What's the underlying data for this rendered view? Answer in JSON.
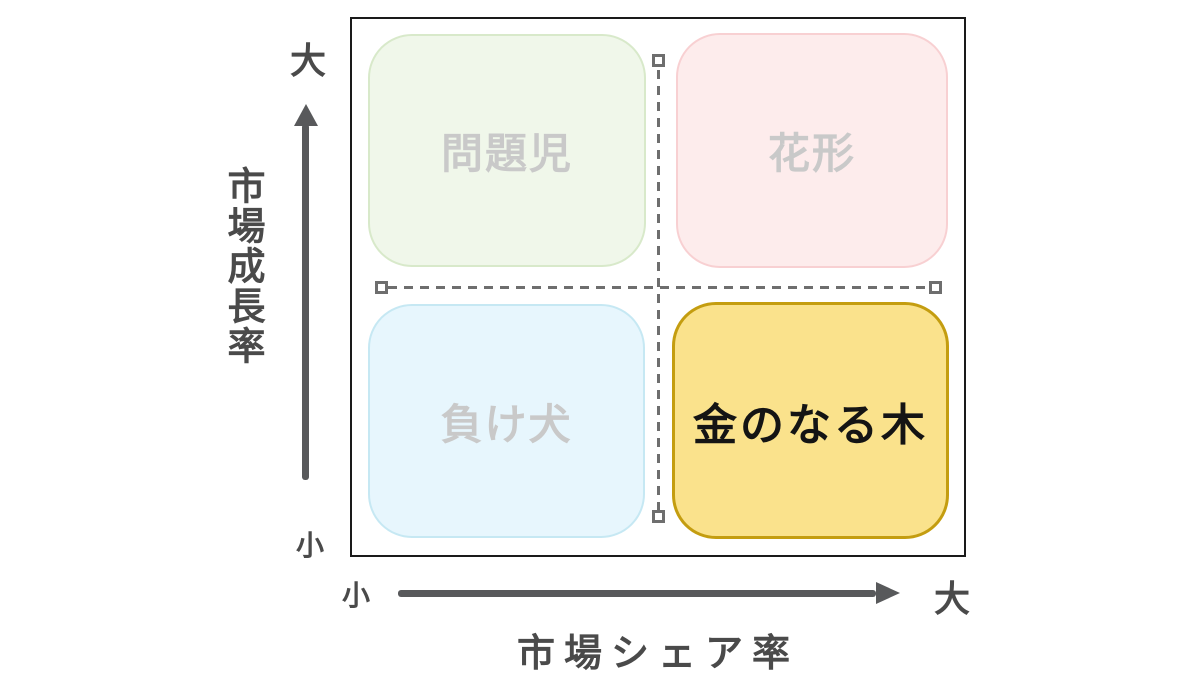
{
  "matrix": {
    "quadrants": [
      {
        "key": "problem-child",
        "label": "問題児",
        "position": "top-left",
        "fill": "#f0f7ea",
        "border_color": "#d8e9ca",
        "label_color": "#c9c9c9",
        "highlighted": false
      },
      {
        "key": "star",
        "label": "花形",
        "position": "top-right",
        "fill": "#fdecec",
        "border_color": "#f8d0d2",
        "label_color": "#c9c9c9",
        "highlighted": false
      },
      {
        "key": "dog",
        "label": "負け犬",
        "position": "bottom-left",
        "fill": "#e7f6fd",
        "border_color": "#c6e8f3",
        "label_color": "#c9c9c9",
        "highlighted": false
      },
      {
        "key": "cash-cow",
        "label": "金のなる木",
        "position": "bottom-right",
        "fill": "#fae28c",
        "border_color": "#c49d10",
        "label_color": "#141414",
        "highlighted": true
      }
    ],
    "dividers": {
      "style": "dashed",
      "color": "#6e6e6e",
      "handle_fill": "#ffffff",
      "handle_border": "#6e6e6e"
    }
  },
  "axes": {
    "y_axis": {
      "title": "市場成長率",
      "top_label": "大",
      "bottom_label": "小"
    },
    "x_axis": {
      "title": "市場シェア率",
      "left_label": "小",
      "right_label": "大"
    },
    "arrow_color": "#58595b",
    "label_color": "#4a4a4a"
  },
  "frame": {
    "border_color": "#1a1a1a",
    "background": "#ffffff"
  }
}
